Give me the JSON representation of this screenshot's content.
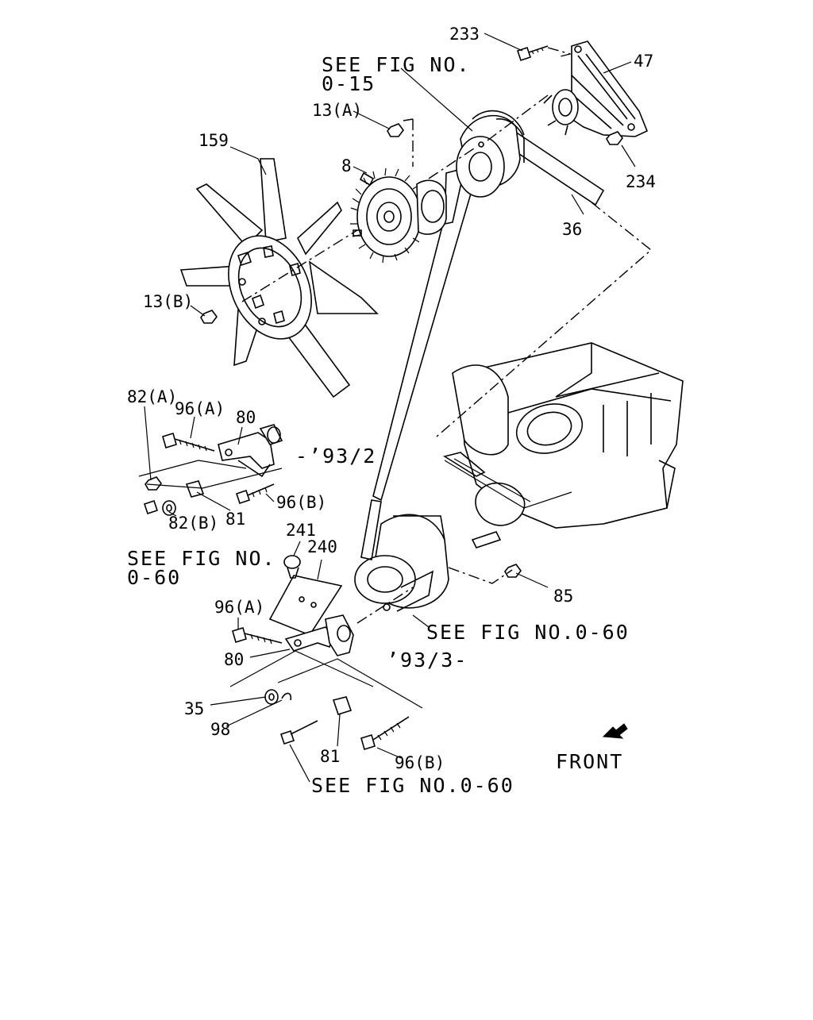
{
  "callouts": {
    "c233": "233",
    "c47": "47",
    "c13a": "13(A)",
    "c234": "234",
    "c159": "159",
    "c8": "8",
    "c36": "36",
    "c13b": "13(B)",
    "c82a": "82(A)",
    "c96a_top": "96(A)",
    "c80_top": "80",
    "c96b_top": "96(B)",
    "c82b": "82(B)",
    "c81_top": "81",
    "c241": "241",
    "c240": "240",
    "c85": "85",
    "c96a_bot": "96(A)",
    "c80_bot": "80",
    "c35": "35",
    "c98": "98",
    "c81_bot": "81",
    "c96b_bot": "96(B)"
  },
  "references": {
    "fig015_line1": "SEE FIG NO.",
    "fig015_line2": "0-15",
    "fig060_line1": "SEE FIG NO.",
    "fig060_line2": "0-60",
    "fig060_right": "SEE FIG NO.0-60",
    "fig060_bottom": "SEE FIG NO.0-60"
  },
  "variants": {
    "until_93_2": "-’93/2",
    "from_93_3": "’93/3-"
  },
  "direction": {
    "front": "FRONT"
  }
}
